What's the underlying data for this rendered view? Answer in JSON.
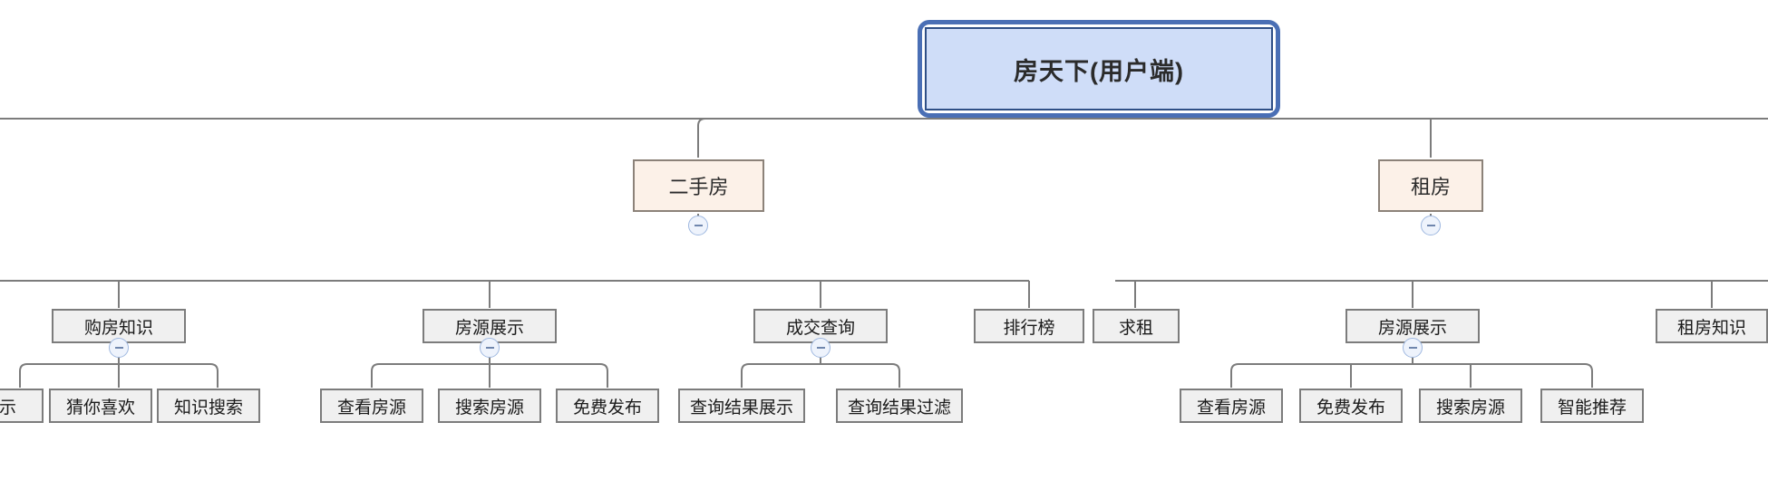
{
  "diagram": {
    "title": "房天下(用户端)",
    "type": "tree-mindmap",
    "colors": {
      "root_fill": "#cfddf8",
      "root_outer_border": "#4a6fb5",
      "root_inner_border": "#2f4f86",
      "level2_fill": "#fcf1e8",
      "level2_border": "#8c8279",
      "node_fill": "#f0f0f0",
      "node_border": "#7c7c7c",
      "edge": "#7c7c7c",
      "toggle_border": "#9fb8e0",
      "toggle_fill": "#eef3fc"
    },
    "root": {
      "label": "房天下(用户端)"
    },
    "level2": [
      {
        "id": "ershoufang",
        "label": "二手房",
        "collapsible": true,
        "toggle_icon": "minus-circle-icon"
      },
      {
        "id": "zufang",
        "label": "租房",
        "collapsible": true,
        "toggle_icon": "minus-circle-icon"
      }
    ],
    "level3": [
      {
        "id": "goufangzhishi",
        "label": "购房知识",
        "parent": "ershoufang",
        "collapsible": true,
        "toggle_icon": "minus-circle-icon"
      },
      {
        "id": "fangyuanzhanshi-1",
        "label": "房源展示",
        "parent": "ershoufang",
        "collapsible": true,
        "toggle_icon": "minus-circle-icon"
      },
      {
        "id": "chengjiaochaxun",
        "label": "成交查询",
        "parent": "ershoufang",
        "collapsible": true,
        "toggle_icon": "minus-circle-icon"
      },
      {
        "id": "paihangbang",
        "label": "排行榜",
        "parent": "ershoufang",
        "collapsible": false
      },
      {
        "id": "qiuzu",
        "label": "求租",
        "parent": "zufang",
        "collapsible": false
      },
      {
        "id": "fangyuanzhanshi-2",
        "label": "房源展示",
        "parent": "zufang",
        "collapsible": true,
        "toggle_icon": "minus-circle-icon"
      },
      {
        "id": "zufangzhishi",
        "label": "租房知识",
        "parent": "zufang",
        "collapsible": false
      }
    ],
    "leaves": [
      {
        "id": "zhishizhanshi",
        "label": "展示",
        "parent": "goufangzhishi",
        "clipped": true
      },
      {
        "id": "cainixihuan",
        "label": "猜你喜欢",
        "parent": "goufangzhishi"
      },
      {
        "id": "zhishisousuo",
        "label": "知识搜索",
        "parent": "goufangzhishi"
      },
      {
        "id": "chakanfangyuan-1",
        "label": "查看房源",
        "parent": "fangyuanzhanshi-1"
      },
      {
        "id": "sousuofangyuan-1",
        "label": "搜索房源",
        "parent": "fangyuanzhanshi-1"
      },
      {
        "id": "mianfeifabu-1",
        "label": "免费发布",
        "parent": "fangyuanzhanshi-1"
      },
      {
        "id": "chaxunjieguozhanshi",
        "label": "查询结果展示",
        "parent": "chengjiaochaxun"
      },
      {
        "id": "chaxunjieguoguolv",
        "label": "查询结果过滤",
        "parent": "chengjiaochaxun"
      },
      {
        "id": "chakanfangyuan-2",
        "label": "查看房源",
        "parent": "fangyuanzhanshi-2"
      },
      {
        "id": "mianfeifabu-2",
        "label": "免费发布",
        "parent": "fangyuanzhanshi-2"
      },
      {
        "id": "sousuofangyuan-2",
        "label": "搜索房源",
        "parent": "fangyuanzhanshi-2"
      },
      {
        "id": "zhinengtuijian",
        "label": "智能推荐",
        "parent": "fangyuanzhanshi-2"
      }
    ]
  }
}
